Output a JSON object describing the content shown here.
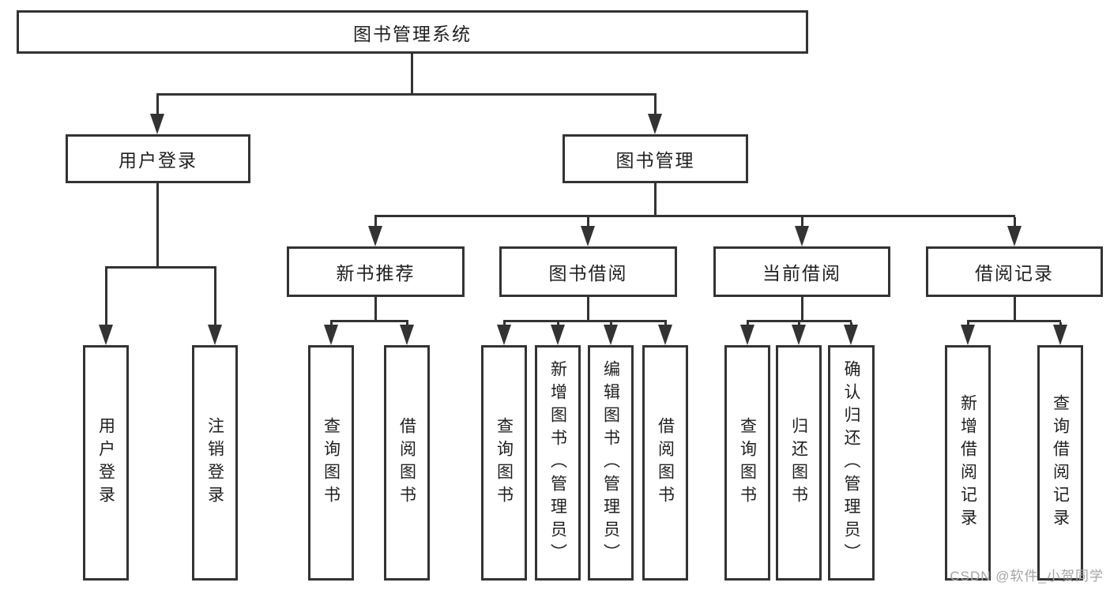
{
  "diagram": {
    "title": "图书管理系统",
    "level2": [
      {
        "label": "用户登录"
      },
      {
        "label": "图书管理"
      }
    ],
    "level3": [
      {
        "label": "新书推荐"
      },
      {
        "label": "图书借阅"
      },
      {
        "label": "当前借阅"
      },
      {
        "label": "借阅记录"
      }
    ],
    "groups": [
      {
        "parent": "用户登录",
        "items": [
          {
            "label": "用户登录"
          },
          {
            "label": "注销登录"
          }
        ]
      },
      {
        "parent": "新书推荐",
        "items": [
          {
            "label": "查询图书"
          },
          {
            "label": "借阅图书"
          }
        ]
      },
      {
        "parent": "图书借阅",
        "items": [
          {
            "label": "查询图书"
          },
          {
            "label": "新增图书（管理员）"
          },
          {
            "label": "编辑图书（管理员）"
          },
          {
            "label": "借阅图书"
          }
        ]
      },
      {
        "parent": "当前借阅",
        "items": [
          {
            "label": "查询图书"
          },
          {
            "label": "归还图书"
          },
          {
            "label": "确认归还（管理员）"
          }
        ]
      },
      {
        "parent": "借阅记录",
        "items": [
          {
            "label": "新增借阅记录"
          },
          {
            "label": "查询借阅记录"
          }
        ]
      }
    ],
    "watermark": "CSDN @软件_小贺同学",
    "colors": {
      "line": "#333333",
      "text": "#1f1f1f",
      "watermark": "#a3a3a3",
      "background": "#ffffff"
    }
  }
}
